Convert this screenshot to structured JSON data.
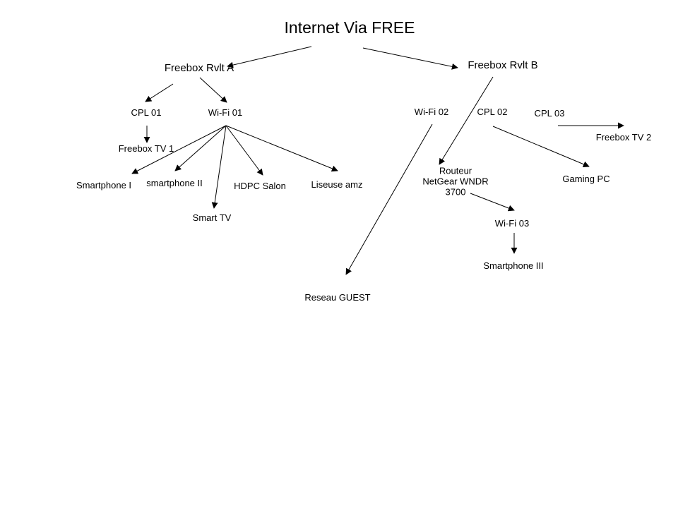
{
  "diagram": {
    "colors": {
      "line": "#000000",
      "text": "#000000",
      "background": "#ffffff"
    },
    "nodes": {
      "internet": "Internet Via FREE",
      "freebox_a": "Freebox Rvlt A",
      "freebox_b": "Freebox Rvlt B",
      "cpl01": "CPL 01",
      "wifi01": "Wi-Fi 01",
      "freebox_tv1": "Freebox TV 1",
      "smartphone1": "Smartphone I",
      "smartphone2": "smartphone II",
      "smart_tv": "Smart TV",
      "hdpc_salon": "HDPC Salon",
      "liseuse_amz": "Liseuse amz",
      "wifi02": "Wi-Fi 02",
      "cpl02": "CPL 02",
      "cpl03": "CPL 03",
      "freebox_tv2": "Freebox TV 2",
      "router": [
        "Routeur",
        "NetGear WNDR",
        "3700"
      ],
      "gaming_pc": "Gaming PC",
      "wifi03": "Wi-Fi 03",
      "smartphone3": "Smartphone III",
      "guest": "Reseau GUEST"
    },
    "connections": [
      {
        "from": "internet",
        "to": "freebox_a"
      },
      {
        "from": "internet",
        "to": "freebox_b"
      },
      {
        "from": "freebox_a",
        "to": "cpl01"
      },
      {
        "from": "freebox_a",
        "to": "wifi01"
      },
      {
        "from": "cpl01",
        "to": "freebox_tv1"
      },
      {
        "from": "wifi01",
        "to": "smartphone1"
      },
      {
        "from": "wifi01",
        "to": "smartphone2"
      },
      {
        "from": "wifi01",
        "to": "smart_tv"
      },
      {
        "from": "wifi01",
        "to": "hdpc_salon"
      },
      {
        "from": "wifi01",
        "to": "liseuse_amz"
      },
      {
        "from": "freebox_b",
        "to": "router"
      },
      {
        "from": "wifi02",
        "to": "guest"
      },
      {
        "from": "cpl02",
        "to": "gaming_pc"
      },
      {
        "from": "cpl03",
        "to": "freebox_tv2"
      },
      {
        "from": "router",
        "to": "wifi03"
      },
      {
        "from": "wifi03",
        "to": "smartphone3"
      }
    ]
  }
}
